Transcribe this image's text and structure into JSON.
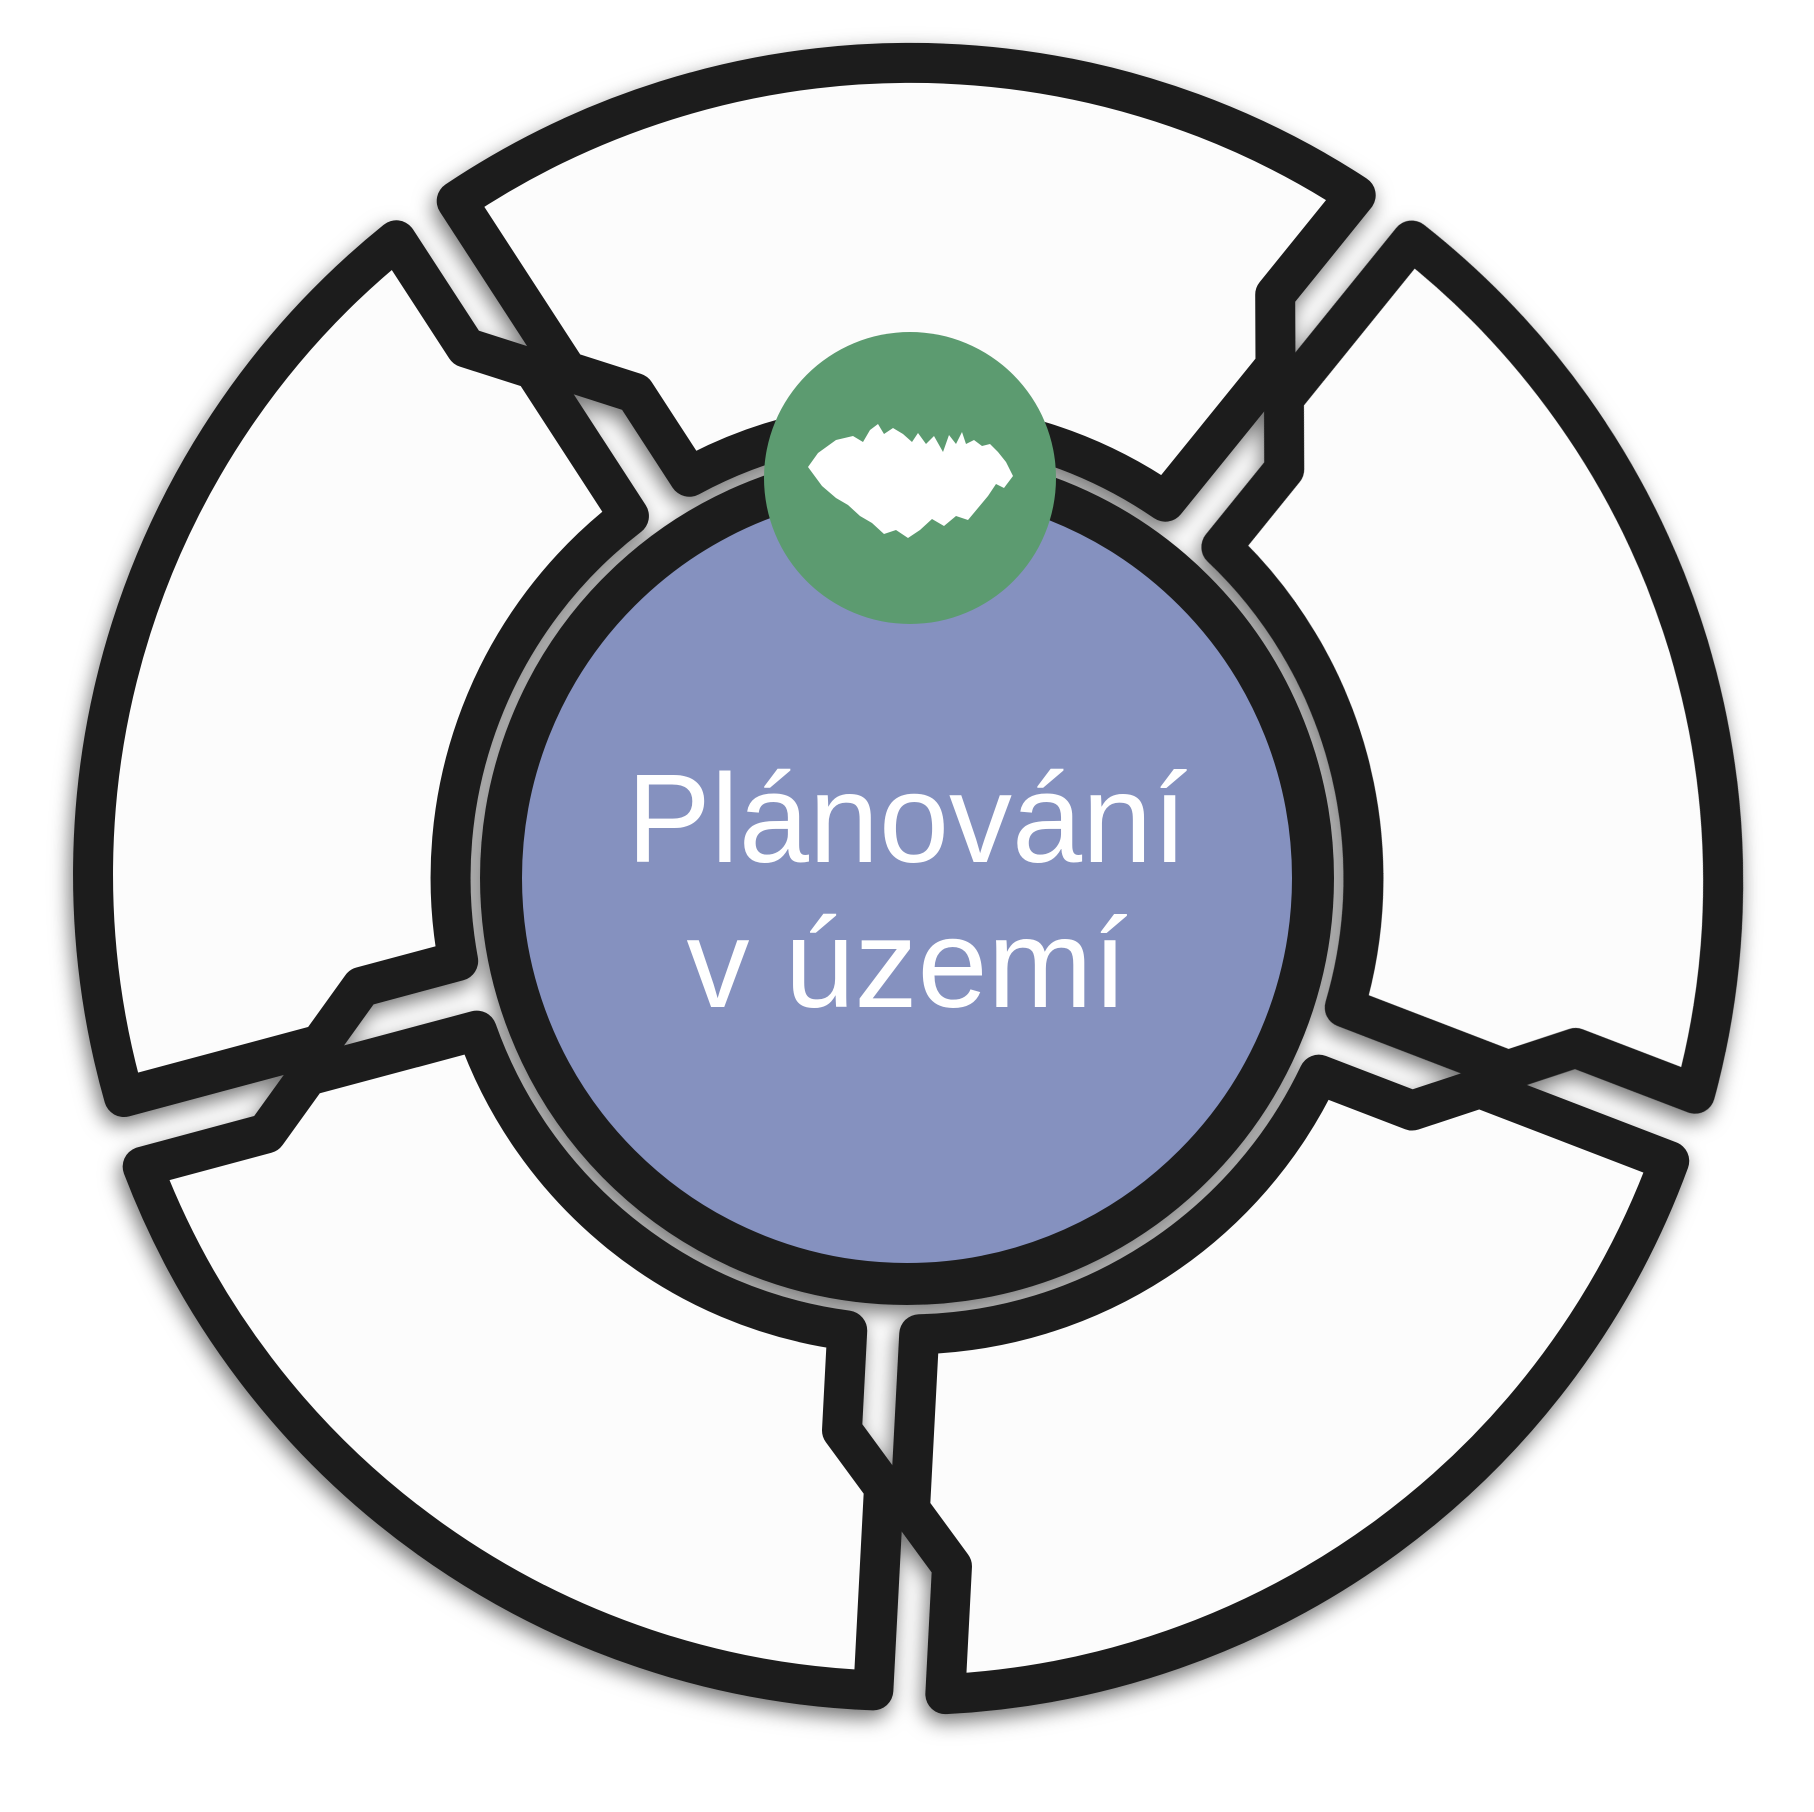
{
  "diagram": {
    "type": "segmented-cycle",
    "segment_count": 5,
    "center": {
      "label_line1": "Plánování",
      "label_line2": "v území"
    },
    "badge": {
      "icon": "czech-republic-map"
    }
  },
  "colors": {
    "background": "#ffffff",
    "outline": "#1e1e1e",
    "segment_fill": "#fcfcfc",
    "center_fill": "#8591bf",
    "center_text": "#ffffff",
    "badge_fill": "#5c9b70",
    "map_fill": "#ffffff"
  }
}
